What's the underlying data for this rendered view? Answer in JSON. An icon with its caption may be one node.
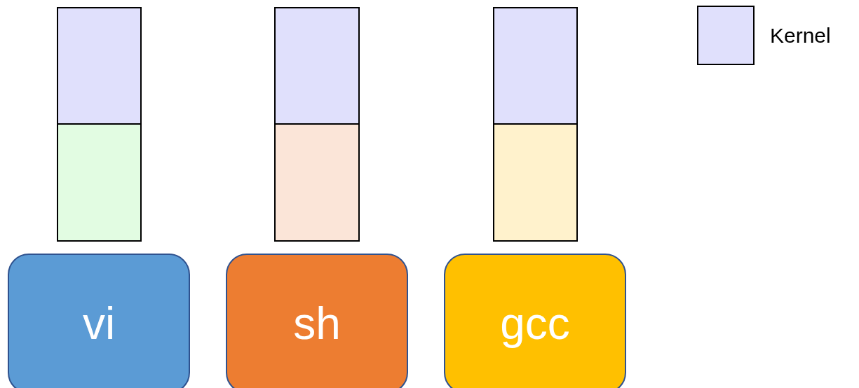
{
  "diagram": {
    "nodes": [
      {
        "text": [],
        "shape": "box"
      },
      {
        "text": [],
        "shape": "box"
      },
      {
        "text": [],
        "shape": "box"
      },
      {
        "text": [],
        "shape": "box"
      },
      {
        "text": [],
        "shape": "box"
      },
      {
        "text": [],
        "shape": "box"
      },
      {
        "text": [
          "vi"
        ]
      },
      {
        "text": [
          "sh"
        ]
      },
      {
        "text": [
          "gcc"
        ]
      }
    ],
    "legend": [
      {
        "text": "Kernel",
        "color": "#e0e0fc"
      }
    ]
  }
}
